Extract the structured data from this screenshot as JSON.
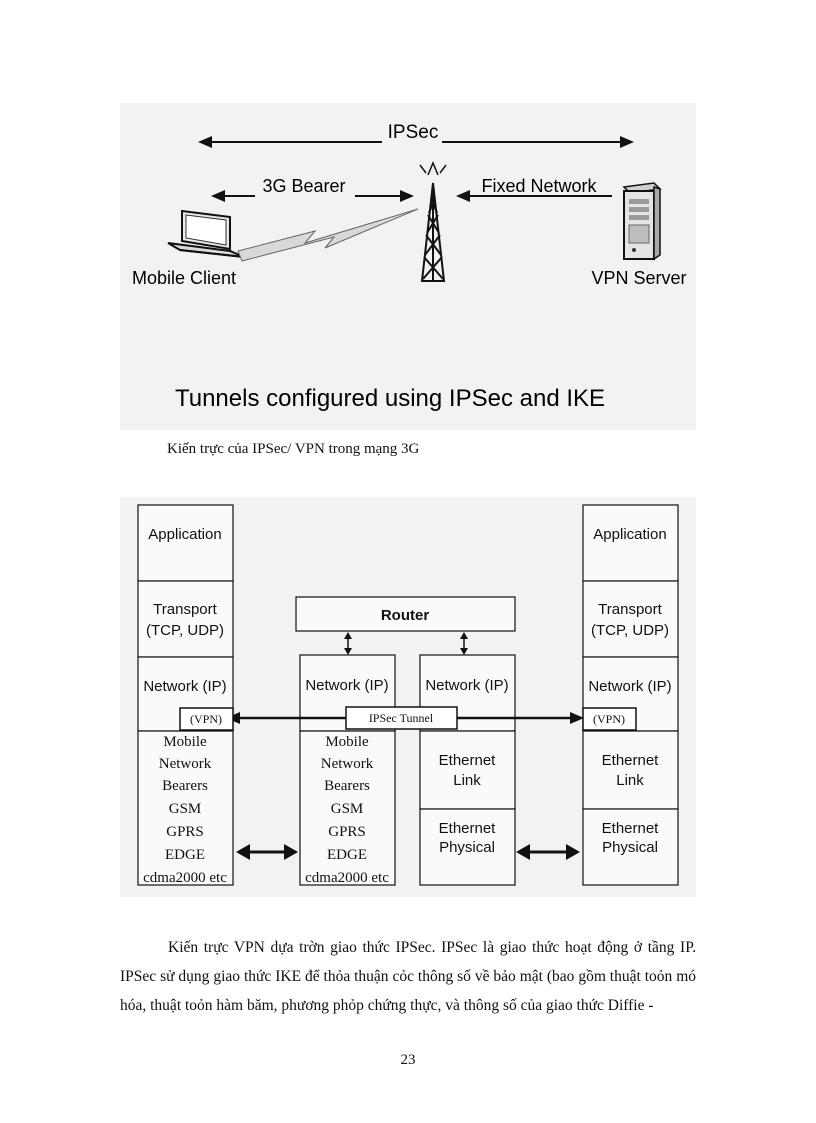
{
  "figure1": {
    "ipsec_label": "IPSec",
    "bearer_label": "3G Bearer",
    "fixed_network_label": "Fixed Network",
    "mobile_client_label": "Mobile Client",
    "vpn_server_label": "VPN Server",
    "bottom_text": "Tunnels configured using IPSec and IKE"
  },
  "caption1": "Kiến trực của IPSec/ VPN trong mạng 3G",
  "figure2": {
    "left": {
      "application": "Application",
      "transport_1": "Transport",
      "transport_2": "(TCP, UDP)",
      "network": "Network (IP)",
      "vpn": "(VPN)",
      "bearers": [
        "Mobile",
        "Network",
        "Bearers",
        "GSM",
        "GPRS",
        "EDGE",
        "cdma2000 etc"
      ]
    },
    "router": "Router",
    "middle_left": {
      "network": "Network (IP)",
      "bearers": [
        "Mobile",
        "Network",
        "Bearers",
        "GSM",
        "GPRS",
        "EDGE",
        "cdma2000 etc"
      ]
    },
    "middle_right": {
      "network": "Network (IP)",
      "ethernet_link_1": "Ethernet",
      "ethernet_link_2": "Link",
      "ethernet_physical_1": "Ethernet",
      "ethernet_physical_2": "Physical"
    },
    "right": {
      "application": "Application",
      "transport_1": "Transport",
      "transport_2": "(TCP, UDP)",
      "network": "Network (IP)",
      "vpn": "(VPN)",
      "ethernet_link_1": "Ethernet",
      "ethernet_link_2": "Link",
      "ethernet_physical_1": "Ethernet",
      "ethernet_physical_2": "Physical"
    },
    "tunnel": "IPSec Tunnel"
  },
  "paragraph": "Kiến trực VPN dựa trờn giao thức IPSec. IPSec là giao thức hoạt động ở tầng IP. IPSec sử dụng giao thức IKE để thỏa thuận cỏc thông số về bảo mật (bao gồm thuật toỏn mó hóa, thuật toỏn hàm băm, phương phỏp chứng thực, và thông số của giao thức Diffie -",
  "page_number": "23"
}
